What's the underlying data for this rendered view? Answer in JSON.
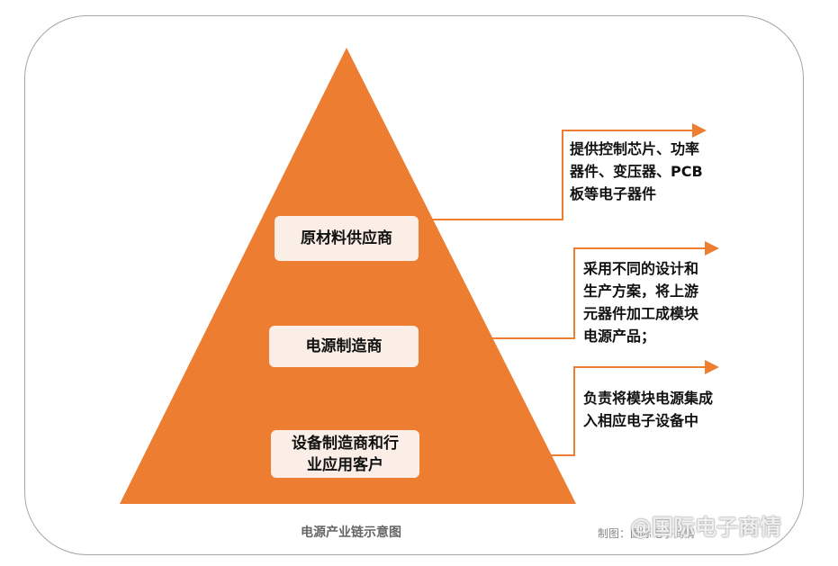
{
  "colors": {
    "pyramid": "#ed7d31",
    "box": "#fbeee6",
    "line": "#ed7d31"
  },
  "tiers": [
    {
      "label": "原材料供应商",
      "description": "提供控制芯片、功率\n器件、变压器、PCB\n板等电子器件"
    },
    {
      "label": "电源制造商",
      "description": "采用不同的设计和\n生产方案，将上游\n元器件加工成模块\n电源产品；"
    },
    {
      "label": "设备制造商和行\n业应用客户",
      "description": "负责将模块电源集成\n入相应电子设备中"
    }
  ],
  "caption": "电源产业链示意图",
  "credit": "制图：国际电子商情",
  "watermark": "@国际电子商情"
}
